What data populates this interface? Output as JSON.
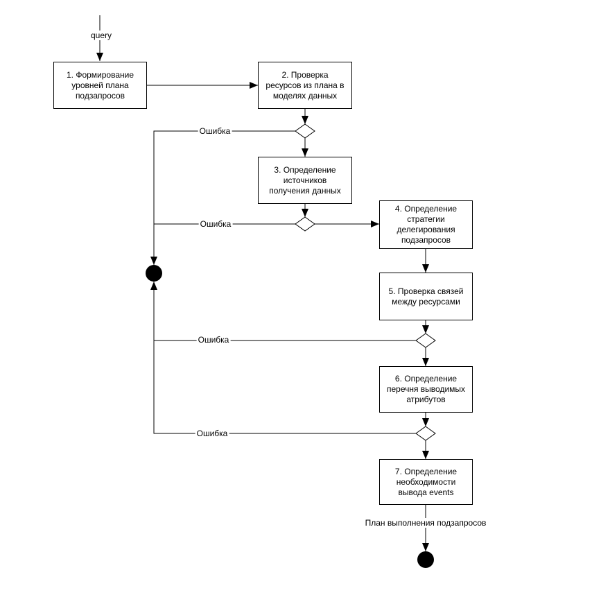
{
  "meta": {
    "background": "#ffffff",
    "line_color": "#000000",
    "node_fill": "#ffffff",
    "node_border": "#000000",
    "text_color": "#000000"
  },
  "edges": {
    "start_label": "query",
    "error_labels": [
      "Ошибка",
      "Ошибка",
      "Ошибка",
      "Ошибка"
    ],
    "final_label": "План выполнения подзапросов"
  },
  "steps": [
    {
      "label": "1. Формирование\nуровней плана\nподзапросов"
    },
    {
      "label": "2. Проверка\nресурсов из плана в\nмоделях данных"
    },
    {
      "label": "3. Определение\nисточников\nполучения данных"
    },
    {
      "label": "4. Определение\nстратегии\nделегирования\nподзапросов"
    },
    {
      "label": "5. Проверка связей\nмежду ресурсами"
    },
    {
      "label": "6. Определение\nперечня выводимых\nатрибутов"
    },
    {
      "label": "7. Определение\nнеобходимости\nвывода events"
    }
  ]
}
